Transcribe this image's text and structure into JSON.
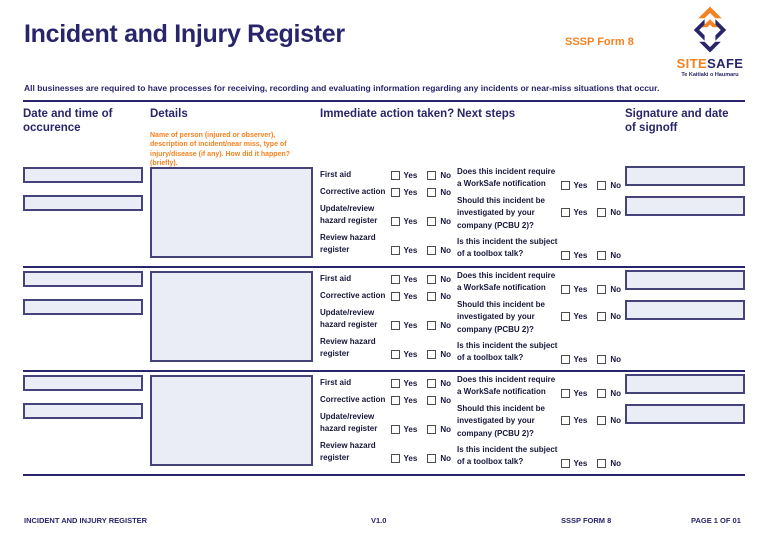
{
  "header": {
    "title": "Incident and Injury Register",
    "form_code": "SSSP Form 8",
    "logo": {
      "brand_primary": "SITE",
      "brand_secondary": "SAFE",
      "tagline": "Te Kaitiaki o Haumaru"
    },
    "intro": "All businesses are required to have processes for receiving, recording and evaluating information regarding any incidents or near-miss situations that occur."
  },
  "colors": {
    "navy": "#29256b",
    "orange": "#f58220",
    "field_fill": "#eaedf5",
    "field_border": "#454379",
    "label_text": "#16163a"
  },
  "columns": {
    "date": "Date and time of occurence",
    "details": "Details",
    "details_note": "Name of person (injured or observer), description of incident/near miss, type of injury/disease (if any). How did it happen? (briefly).",
    "immediate": "Immediate action taken?",
    "next": "Next steps",
    "signature": "Signature and date of signoff"
  },
  "row_labels": {
    "immediate_actions": [
      "First aid",
      "Corrective action",
      "Update/review hazard register",
      "Review hazard register"
    ],
    "next_steps": [
      "Does this incident require a WorkSafe notification",
      "Should this incident be investigated by your company (PCBU 2)?",
      "Is this incident the subject of a toolbox talk?"
    ],
    "yes": "Yes",
    "no": "No"
  },
  "rows": [
    {
      "date": "",
      "time": "",
      "details": "",
      "signature": "",
      "signoff_date": ""
    },
    {
      "date": "",
      "time": "",
      "details": "",
      "signature": "",
      "signoff_date": ""
    },
    {
      "date": "",
      "time": "",
      "details": "",
      "signature": "",
      "signoff_date": ""
    }
  ],
  "footer": {
    "document_name": "INCIDENT AND INJURY REGISTER",
    "version": "V1.0",
    "form": "SSSP FORM 8",
    "page": "PAGE 1 OF 01"
  }
}
